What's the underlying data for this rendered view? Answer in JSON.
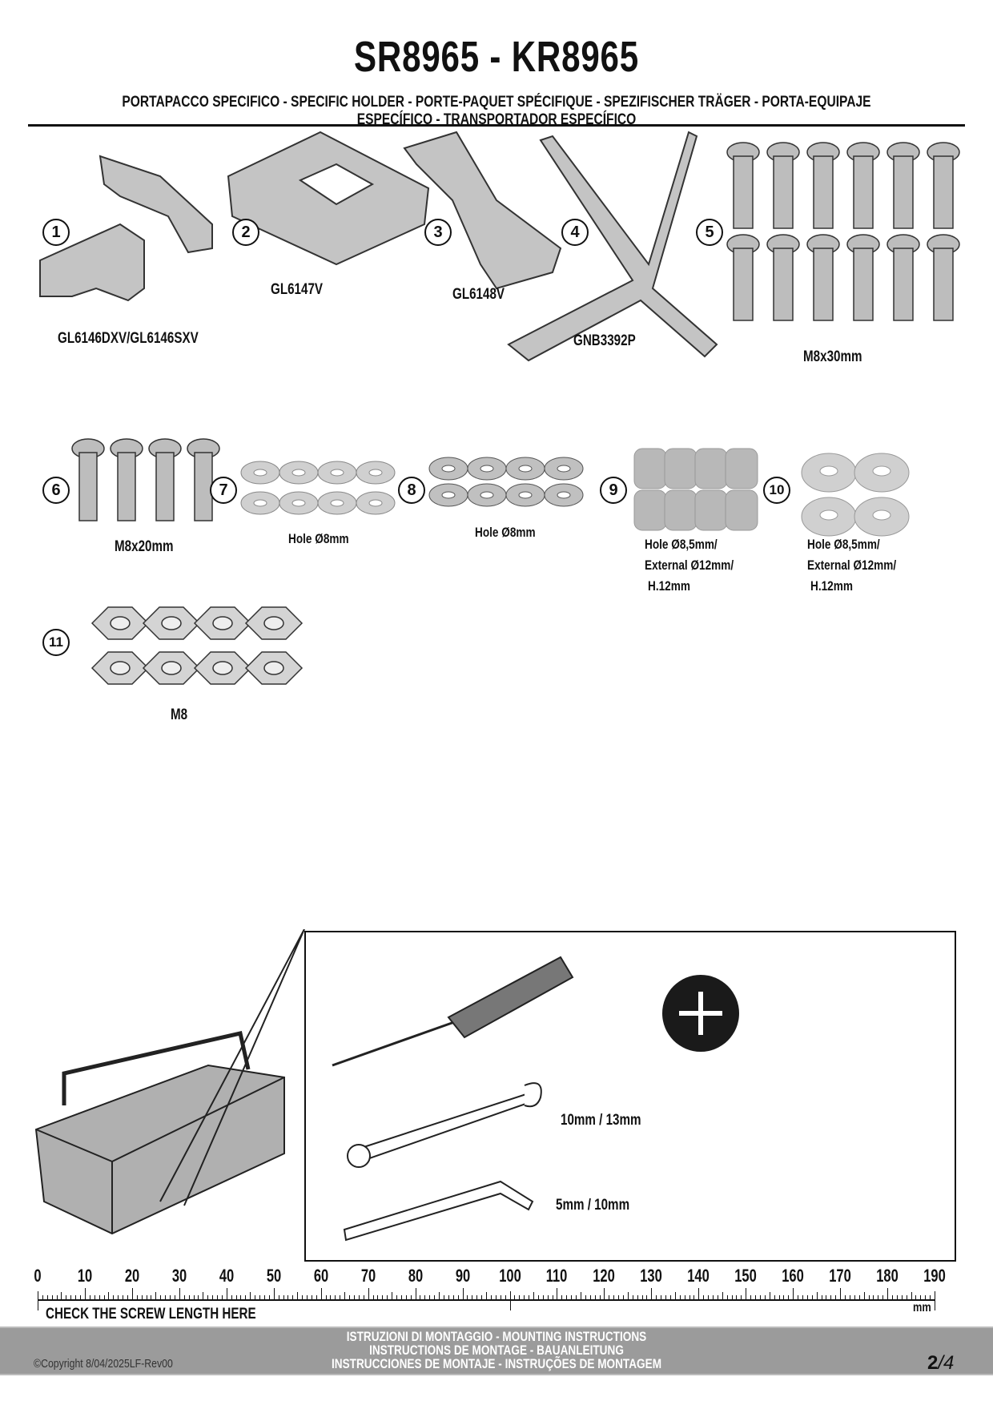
{
  "header": {
    "title": "SR8965 - KR8965",
    "subtitle": "PORTAPACCO SPECIFICO - SPECIFIC HOLDER - PORTE-PAQUET SPÉCIFIQUE - SPEZIFISCHER TRÄGER - PORTA-EQUIPAJE ESPECÍFICO - TRANSPORTADOR ESPECÍFICO"
  },
  "parts": [
    {
      "num": "1",
      "label": "GL6146DXV/GL6146SXV"
    },
    {
      "num": "2",
      "label": "GL6147V"
    },
    {
      "num": "3",
      "label": "GL6148V"
    },
    {
      "num": "4",
      "label": "GNB3392P"
    },
    {
      "num": "5",
      "label": "M8x30mm"
    },
    {
      "num": "6",
      "label": "M8x20mm"
    },
    {
      "num": "7",
      "label": "Hole Ø8mm"
    },
    {
      "num": "8",
      "label": "Hole Ø8mm"
    },
    {
      "num": "9",
      "lines": [
        "Hole Ø8,5mm/",
        "External Ø12mm/",
        "H.12mm"
      ]
    },
    {
      "num": "10",
      "lines": [
        "Hole Ø8,5mm/",
        "External Ø12mm/",
        "H.12mm"
      ]
    },
    {
      "num": "11",
      "label": "M8"
    }
  ],
  "tools": {
    "wrench": "10mm / 13mm",
    "allen": "5mm / 10mm",
    "screwdriver_type": "phillips-plus-icon"
  },
  "ruler": {
    "ticks": [
      "0",
      "10",
      "20",
      "30",
      "40",
      "50",
      "60",
      "70",
      "80",
      "90",
      "100",
      "110",
      "120",
      "130",
      "140",
      "150",
      "160",
      "170",
      "180",
      "190"
    ],
    "unit": "mm",
    "label": "CHECK THE SCREW LENGTH HERE"
  },
  "footer": {
    "lines": [
      "ISTRUZIONI DI MONTAGGIO  -  MOUNTING INSTRUCTIONS",
      "INSTRUCTIONS DE MONTAGE - BAUANLEITUNG",
      "INSTRUCCIONES DE MONTAJE - INSTRUÇÕES DE MONTAGEM"
    ],
    "copyright": "©Copyright 8/04/2025LF-Rev00",
    "page": "2",
    "total": "/4"
  },
  "colors": {
    "part_gray": "#b5b5b5",
    "footer_bg": "#9b9b9b"
  }
}
